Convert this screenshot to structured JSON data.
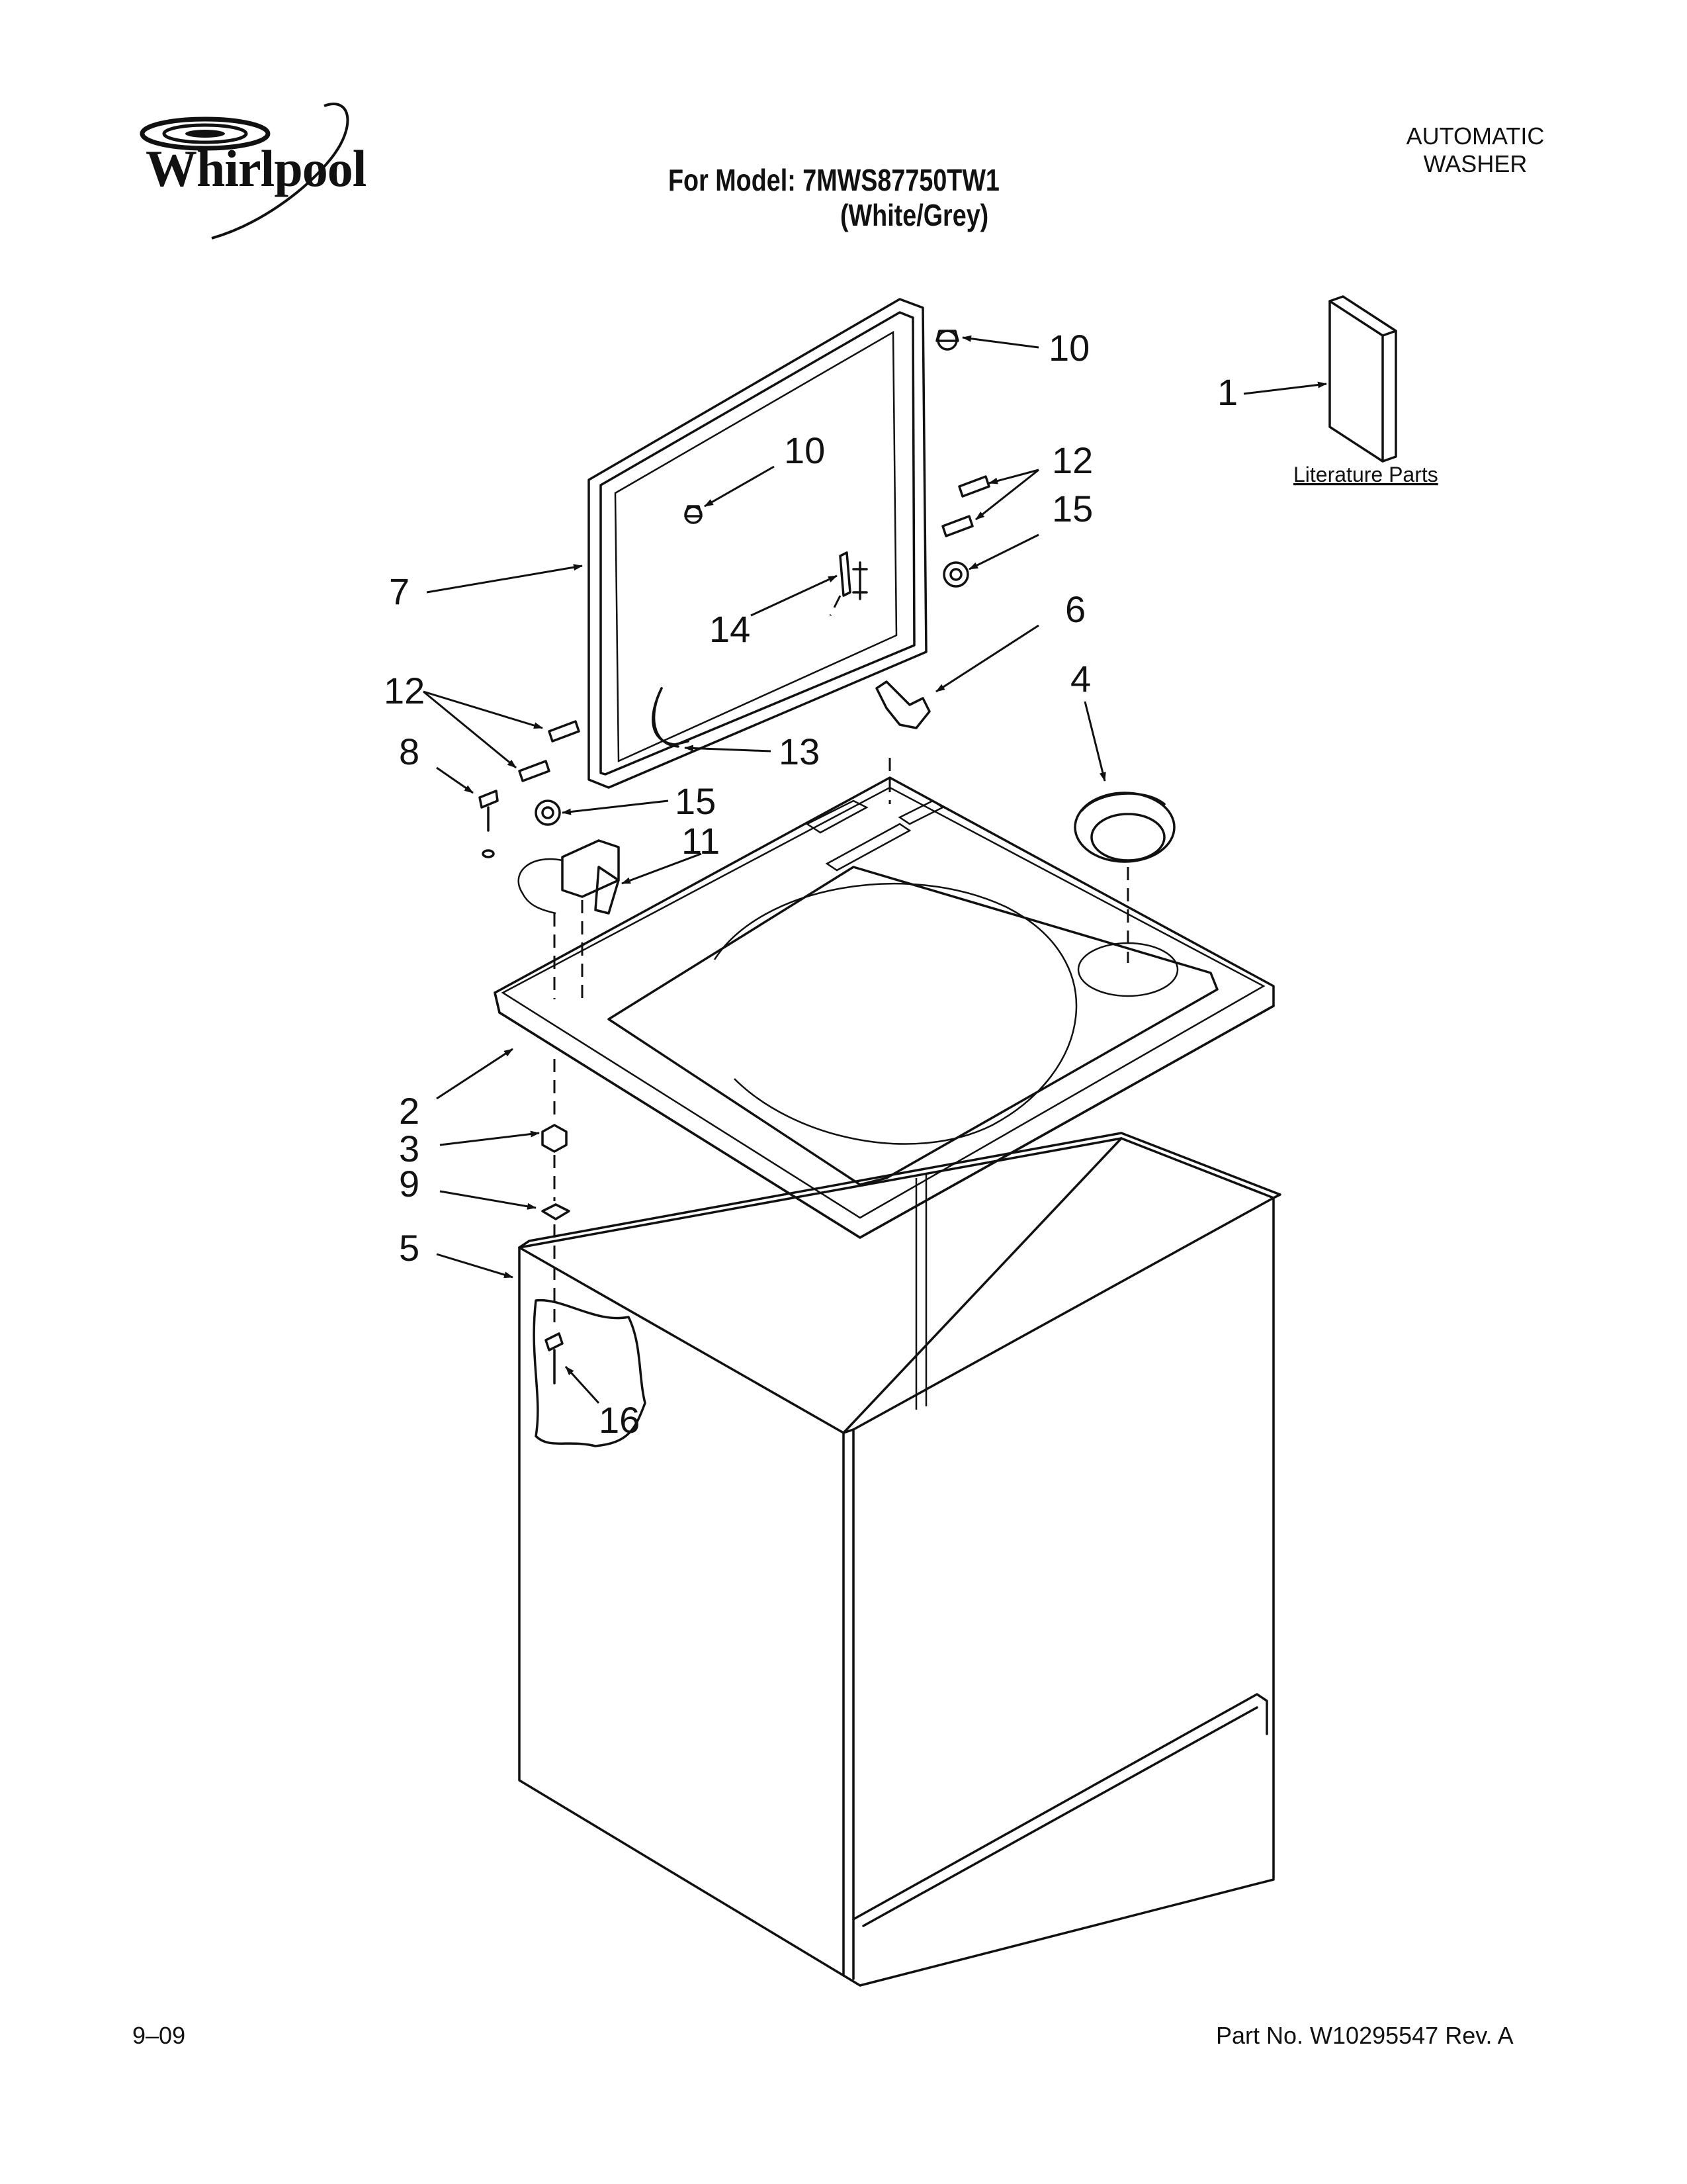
{
  "header": {
    "brand": "Whirlpool",
    "model_line": "For Model: 7MWS87750TW1",
    "color_line": "(White/Grey)",
    "product_type_line1": "AUTOMATIC",
    "product_type_line2": "WASHER"
  },
  "literature": {
    "label": "Literature Parts"
  },
  "callouts": {
    "c1": "1",
    "c2": "2",
    "c3": "3",
    "c4": "4",
    "c5": "5",
    "c6": "6",
    "c7": "7",
    "c8": "8",
    "c9": "9",
    "c10a": "10",
    "c10b": "10",
    "c11": "11",
    "c12a": "12",
    "c12b": "12",
    "c13": "13",
    "c14": "14",
    "c15a": "15",
    "c15b": "15",
    "c16": "16"
  },
  "footer": {
    "date": "9–09",
    "part_number": "Part No. W10295547 Rev. A"
  }
}
